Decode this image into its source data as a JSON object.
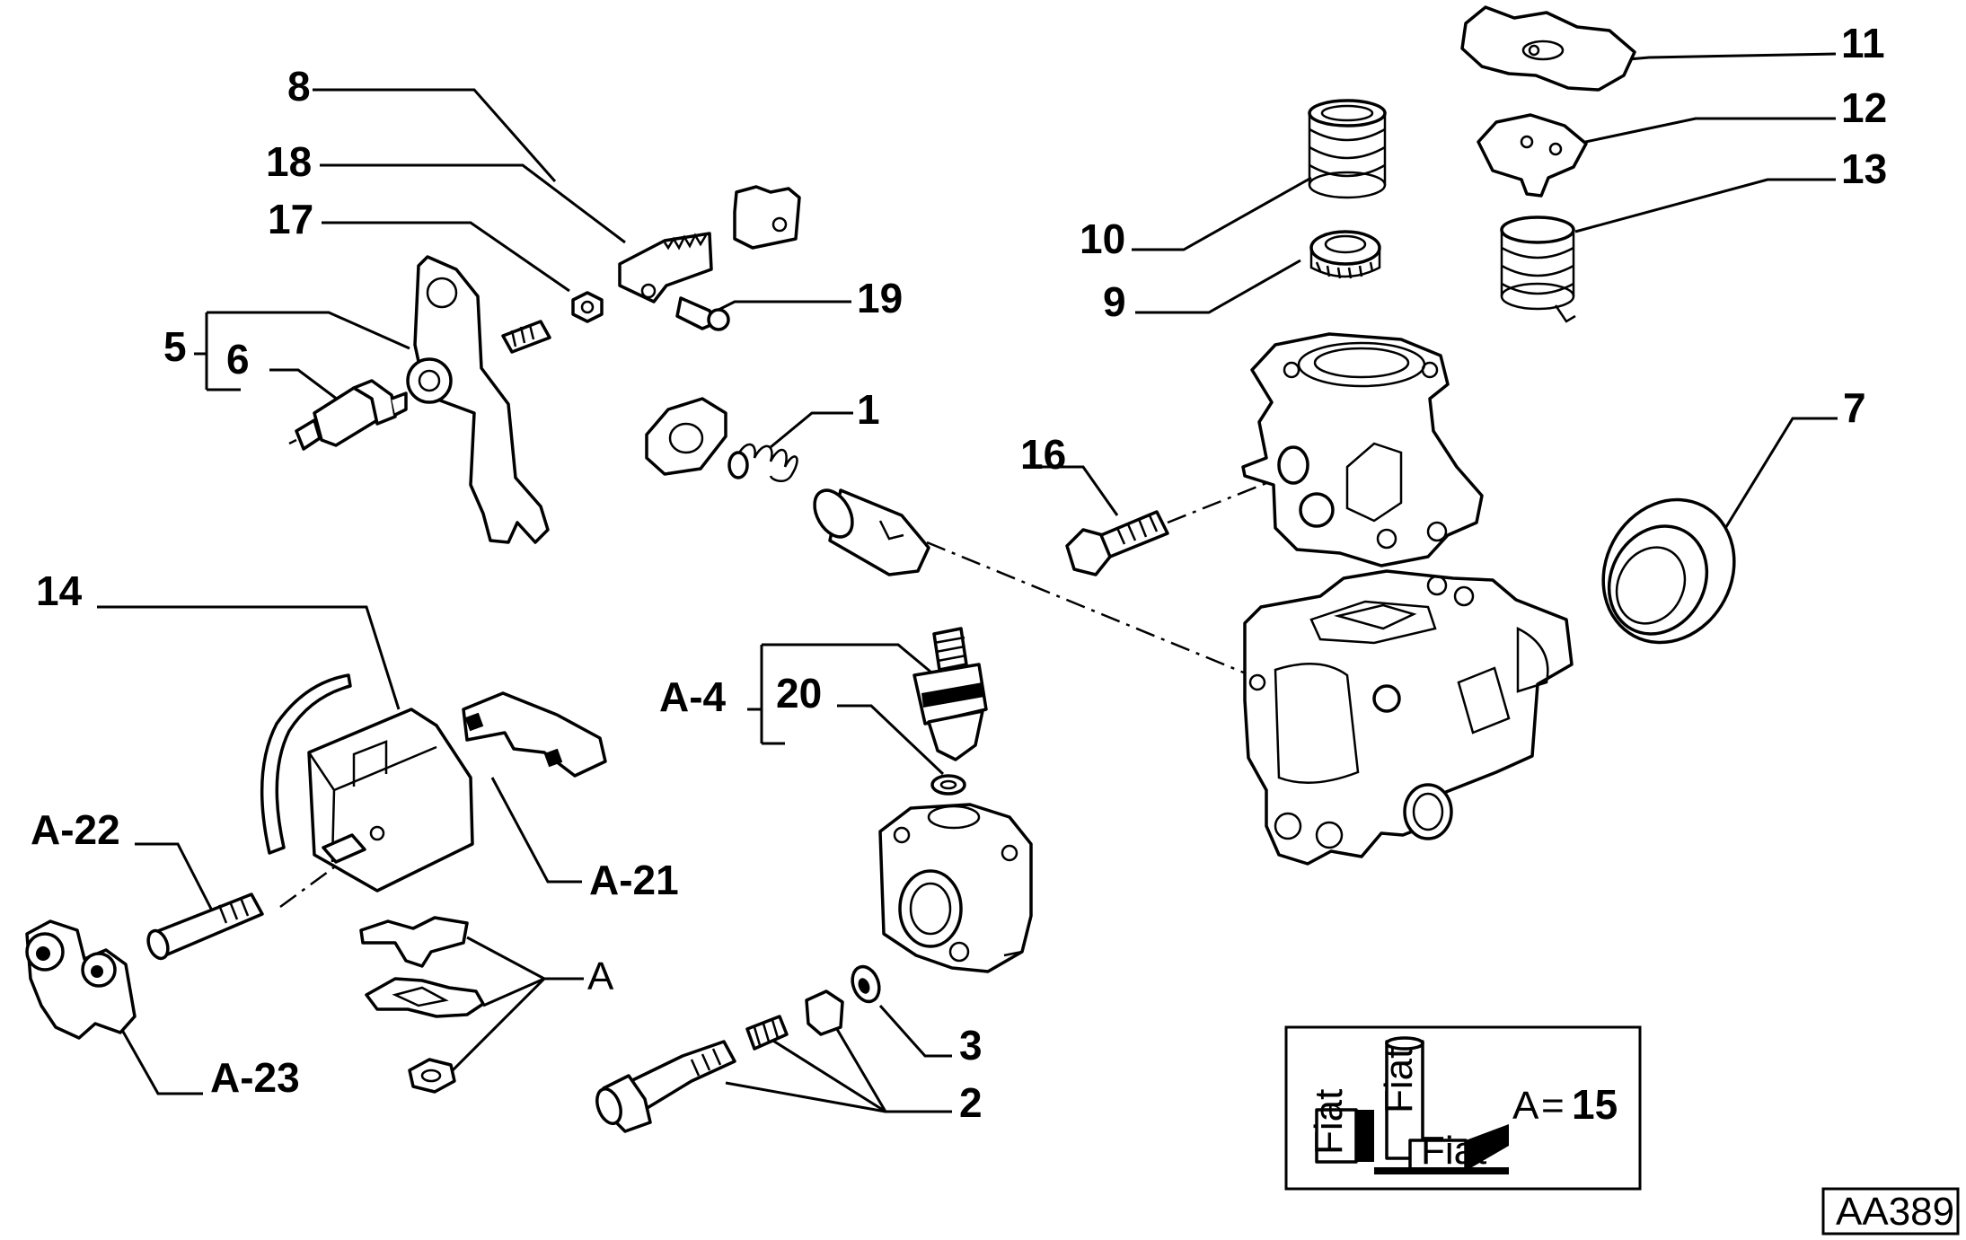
{
  "diagram": {
    "code": "AA389",
    "legend": {
      "prefix": "A",
      "sign": "=",
      "value": "15",
      "can_text": "Fiat"
    },
    "labels": {
      "l1": "1",
      "l2": "2",
      "l3": "3",
      "l5": "5",
      "l6": "6",
      "l7": "7",
      "l8": "8",
      "l9": "9",
      "l10": "10",
      "l11": "11",
      "l12": "12",
      "l13": "13",
      "l14": "14",
      "l16": "16",
      "l17": "17",
      "l18": "18",
      "l19": "19",
      "l20": "20",
      "lA": "A",
      "lA4": "A-4",
      "lA21": "A-21",
      "lA22": "A-22",
      "lA23": "A-23"
    }
  }
}
